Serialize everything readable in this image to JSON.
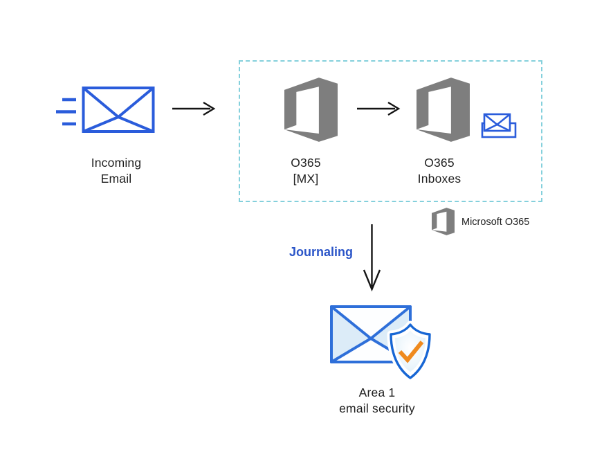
{
  "diagram_type": "email-flow-diagram",
  "colors": {
    "line-blue": "#2a5cdb",
    "cyan-dash": "#84d0dc",
    "gray-logo": "#7e7e7e",
    "arrow": "#141414",
    "journaling": "#2b55c8",
    "area1-blue": "#2e6fd9",
    "shield-blue": "#1766d4",
    "orange-check": "#ef8a1e",
    "light-blue-fill": "#dcecf8",
    "white-fill": "#fdfeff",
    "text": "#1f1f1f"
  },
  "nodes": {
    "incoming_email": {
      "line1": "Incoming",
      "line2": "Email",
      "icon": "envelope-speed-lines-icon"
    },
    "o365_mx": {
      "line1": "O365",
      "line2": "[MX]",
      "icon": "office-365-logo"
    },
    "o365_inboxes": {
      "line1": "O365",
      "line2": "Inboxes",
      "icon": "office-365-logo",
      "extra_icon": "inbox-tray-envelope-icon"
    },
    "area1": {
      "line1": "Area 1",
      "line2": "email security",
      "icon": "envelope-shield-check-icon"
    }
  },
  "legend": {
    "label": "Microsoft O365",
    "icon": "office-365-logo"
  },
  "flow": {
    "journaling_label": "Journaling"
  }
}
